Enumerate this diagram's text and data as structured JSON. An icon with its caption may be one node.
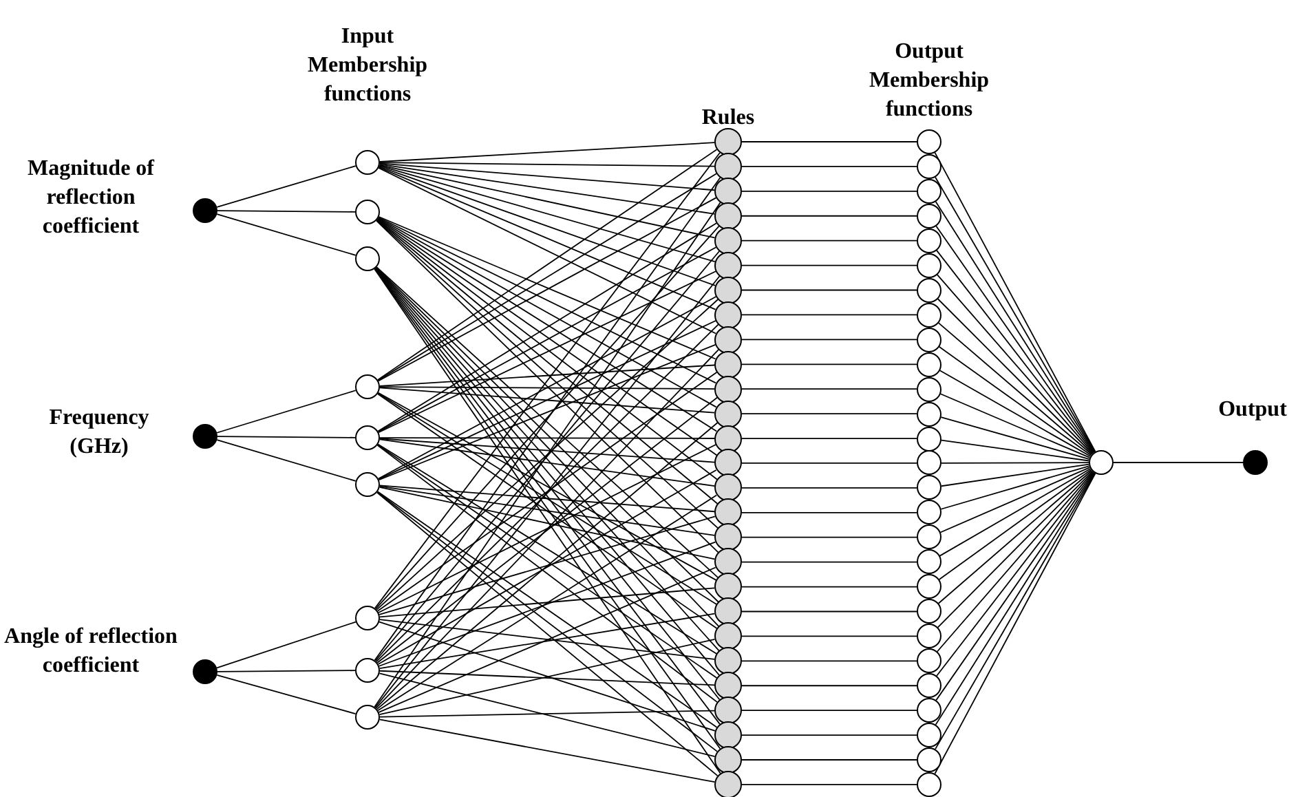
{
  "diagram": {
    "nodes": [
      {
        "text": [],
        "shape": "circle",
        "beside": [
          "Magnitude of reflection coefficient"
        ]
      },
      {
        "text": [],
        "shape": "circle",
        "beside": [
          "Frequency (GHz)"
        ]
      },
      {
        "text": [],
        "shape": "circle",
        "beside": [
          "Angle of reflection coefficient"
        ]
      },
      {
        "text": [],
        "shape": "circle"
      },
      {
        "text": [],
        "shape": "circle"
      },
      {
        "text": [],
        "shape": "circle"
      },
      {
        "text": [],
        "shape": "circle"
      },
      {
        "text": [],
        "shape": "circle"
      },
      {
        "text": [],
        "shape": "circle"
      },
      {
        "text": [],
        "shape": "circle"
      },
      {
        "text": [],
        "shape": "circle"
      },
      {
        "text": [],
        "shape": "circle"
      },
      {
        "text": [],
        "shape": "circle"
      },
      {
        "text": [],
        "shape": "circle"
      },
      {
        "text": [],
        "shape": "circle"
      },
      {
        "text": [],
        "shape": "circle"
      },
      {
        "text": [],
        "shape": "circle"
      },
      {
        "text": [],
        "shape": "circle"
      },
      {
        "text": [],
        "shape": "circle"
      },
      {
        "text": [],
        "shape": "circle"
      },
      {
        "text": [],
        "shape": "circle"
      },
      {
        "text": [],
        "shape": "circle"
      },
      {
        "text": [],
        "shape": "circle"
      },
      {
        "text": [],
        "shape": "circle"
      },
      {
        "text": [],
        "shape": "circle"
      },
      {
        "text": [],
        "shape": "circle"
      },
      {
        "text": [],
        "shape": "circle"
      },
      {
        "text": [],
        "shape": "circle"
      },
      {
        "text": [],
        "shape": "circle"
      },
      {
        "text": [],
        "shape": "circle"
      },
      {
        "text": [],
        "shape": "circle"
      },
      {
        "text": [],
        "shape": "circle"
      },
      {
        "text": [],
        "shape": "circle"
      },
      {
        "text": [],
        "shape": "circle"
      },
      {
        "text": [],
        "shape": "circle"
      },
      {
        "text": [],
        "shape": "circle"
      },
      {
        "text": [],
        "shape": "circle"
      },
      {
        "text": [],
        "shape": "circle"
      },
      {
        "text": [],
        "shape": "circle"
      },
      {
        "text": [],
        "shape": "circle"
      },
      {
        "text": [],
        "shape": "circle"
      },
      {
        "text": [],
        "shape": "circle"
      },
      {
        "text": [],
        "shape": "circle"
      },
      {
        "text": [],
        "shape": "circle"
      },
      {
        "text": [],
        "shape": "circle"
      },
      {
        "text": [],
        "shape": "circle"
      },
      {
        "text": [],
        "shape": "circle"
      },
      {
        "text": [],
        "shape": "circle"
      },
      {
        "text": [],
        "shape": "circle"
      },
      {
        "text": [],
        "shape": "circle"
      },
      {
        "text": [],
        "shape": "circle"
      },
      {
        "text": [],
        "shape": "circle"
      },
      {
        "text": [],
        "shape": "circle"
      },
      {
        "text": [],
        "shape": "circle"
      },
      {
        "text": [],
        "shape": "circle"
      },
      {
        "text": [],
        "shape": "circle"
      },
      {
        "text": [],
        "shape": "circle"
      },
      {
        "text": [],
        "shape": "circle"
      },
      {
        "text": [],
        "shape": "circle"
      },
      {
        "text": [],
        "shape": "circle"
      },
      {
        "text": [],
        "shape": "circle"
      },
      {
        "text": [],
        "shape": "circle"
      },
      {
        "text": [],
        "shape": "circle"
      },
      {
        "text": [],
        "shape": "circle"
      },
      {
        "text": [],
        "shape": "circle"
      },
      {
        "text": [],
        "shape": "circle"
      },
      {
        "text": [],
        "shape": "circle"
      },
      {
        "text": [],
        "shape": "circle",
        "beside": [
          "Output"
        ]
      }
    ],
    "edges": [
      {
        "from": 0,
        "to": 3,
        "arrow": "none"
      },
      {
        "from": 0,
        "to": 4,
        "arrow": "none"
      },
      {
        "from": 0,
        "to": 5,
        "arrow": "none"
      },
      {
        "from": 1,
        "to": 6,
        "arrow": "none"
      },
      {
        "from": 1,
        "to": 7,
        "arrow": "none"
      },
      {
        "from": 1,
        "to": 8,
        "arrow": "none"
      },
      {
        "from": 2,
        "to": 9,
        "arrow": "none"
      },
      {
        "from": 2,
        "to": 10,
        "arrow": "none"
      },
      {
        "from": 2,
        "to": 11,
        "arrow": "none"
      },
      {
        "from": 3,
        "to": 12,
        "arrow": "none"
      },
      {
        "from": 3,
        "to": 13,
        "arrow": "none"
      },
      {
        "from": 3,
        "to": 14,
        "arrow": "none"
      },
      {
        "from": 3,
        "to": 15,
        "arrow": "none"
      },
      {
        "from": 3,
        "to": 16,
        "arrow": "none"
      },
      {
        "from": 3,
        "to": 17,
        "arrow": "none"
      },
      {
        "from": 3,
        "to": 18,
        "arrow": "none"
      },
      {
        "from": 3,
        "to": 19,
        "arrow": "none"
      },
      {
        "from": 3,
        "to": 20,
        "arrow": "none"
      },
      {
        "from": 4,
        "to": 21,
        "arrow": "none"
      },
      {
        "from": 4,
        "to": 22,
        "arrow": "none"
      },
      {
        "from": 4,
        "to": 23,
        "arrow": "none"
      },
      {
        "from": 4,
        "to": 24,
        "arrow": "none"
      },
      {
        "from": 4,
        "to": 25,
        "arrow": "none"
      },
      {
        "from": 4,
        "to": 26,
        "arrow": "none"
      },
      {
        "from": 4,
        "to": 27,
        "arrow": "none"
      },
      {
        "from": 4,
        "to": 28,
        "arrow": "none"
      },
      {
        "from": 4,
        "to": 29,
        "arrow": "none"
      },
      {
        "from": 5,
        "to": 30,
        "arrow": "none"
      },
      {
        "from": 5,
        "to": 31,
        "arrow": "none"
      },
      {
        "from": 5,
        "to": 32,
        "arrow": "none"
      },
      {
        "from": 5,
        "to": 33,
        "arrow": "none"
      },
      {
        "from": 5,
        "to": 34,
        "arrow": "none"
      },
      {
        "from": 5,
        "to": 35,
        "arrow": "none"
      },
      {
        "from": 5,
        "to": 36,
        "arrow": "none"
      },
      {
        "from": 5,
        "to": 37,
        "arrow": "none"
      },
      {
        "from": 5,
        "to": 38,
        "arrow": "none"
      },
      {
        "from": 6,
        "to": 12,
        "arrow": "none"
      },
      {
        "from": 6,
        "to": 13,
        "arrow": "none"
      },
      {
        "from": 6,
        "to": 14,
        "arrow": "none"
      },
      {
        "from": 6,
        "to": 21,
        "arrow": "none"
      },
      {
        "from": 6,
        "to": 22,
        "arrow": "none"
      },
      {
        "from": 6,
        "to": 23,
        "arrow": "none"
      },
      {
        "from": 6,
        "to": 30,
        "arrow": "none"
      },
      {
        "from": 6,
        "to": 31,
        "arrow": "none"
      },
      {
        "from": 6,
        "to": 32,
        "arrow": "none"
      },
      {
        "from": 7,
        "to": 15,
        "arrow": "none"
      },
      {
        "from": 7,
        "to": 16,
        "arrow": "none"
      },
      {
        "from": 7,
        "to": 17,
        "arrow": "none"
      },
      {
        "from": 7,
        "to": 24,
        "arrow": "none"
      },
      {
        "from": 7,
        "to": 25,
        "arrow": "none"
      },
      {
        "from": 7,
        "to": 26,
        "arrow": "none"
      },
      {
        "from": 7,
        "to": 33,
        "arrow": "none"
      },
      {
        "from": 7,
        "to": 34,
        "arrow": "none"
      },
      {
        "from": 7,
        "to": 35,
        "arrow": "none"
      },
      {
        "from": 8,
        "to": 18,
        "arrow": "none"
      },
      {
        "from": 8,
        "to": 19,
        "arrow": "none"
      },
      {
        "from": 8,
        "to": 20,
        "arrow": "none"
      },
      {
        "from": 8,
        "to": 27,
        "arrow": "none"
      },
      {
        "from": 8,
        "to": 28,
        "arrow": "none"
      },
      {
        "from": 8,
        "to": 29,
        "arrow": "none"
      },
      {
        "from": 8,
        "to": 36,
        "arrow": "none"
      },
      {
        "from": 8,
        "to": 37,
        "arrow": "none"
      },
      {
        "from": 8,
        "to": 38,
        "arrow": "none"
      },
      {
        "from": 9,
        "to": 12,
        "arrow": "none"
      },
      {
        "from": 9,
        "to": 15,
        "arrow": "none"
      },
      {
        "from": 9,
        "to": 18,
        "arrow": "none"
      },
      {
        "from": 9,
        "to": 21,
        "arrow": "none"
      },
      {
        "from": 9,
        "to": 24,
        "arrow": "none"
      },
      {
        "from": 9,
        "to": 27,
        "arrow": "none"
      },
      {
        "from": 9,
        "to": 30,
        "arrow": "none"
      },
      {
        "from": 9,
        "to": 33,
        "arrow": "none"
      },
      {
        "from": 9,
        "to": 36,
        "arrow": "none"
      },
      {
        "from": 10,
        "to": 13,
        "arrow": "none"
      },
      {
        "from": 10,
        "to": 16,
        "arrow": "none"
      },
      {
        "from": 10,
        "to": 19,
        "arrow": "none"
      },
      {
        "from": 10,
        "to": 22,
        "arrow": "none"
      },
      {
        "from": 10,
        "to": 25,
        "arrow": "none"
      },
      {
        "from": 10,
        "to": 28,
        "arrow": "none"
      },
      {
        "from": 10,
        "to": 31,
        "arrow": "none"
      },
      {
        "from": 10,
        "to": 34,
        "arrow": "none"
      },
      {
        "from": 10,
        "to": 37,
        "arrow": "none"
      },
      {
        "from": 11,
        "to": 14,
        "arrow": "none"
      },
      {
        "from": 11,
        "to": 17,
        "arrow": "none"
      },
      {
        "from": 11,
        "to": 20,
        "arrow": "none"
      },
      {
        "from": 11,
        "to": 23,
        "arrow": "none"
      },
      {
        "from": 11,
        "to": 26,
        "arrow": "none"
      },
      {
        "from": 11,
        "to": 29,
        "arrow": "none"
      },
      {
        "from": 11,
        "to": 32,
        "arrow": "none"
      },
      {
        "from": 11,
        "to": 35,
        "arrow": "none"
      },
      {
        "from": 11,
        "to": 38,
        "arrow": "none"
      },
      {
        "from": 12,
        "to": 39,
        "arrow": "none"
      },
      {
        "from": 13,
        "to": 40,
        "arrow": "none"
      },
      {
        "from": 14,
        "to": 41,
        "arrow": "none"
      },
      {
        "from": 15,
        "to": 42,
        "arrow": "none"
      },
      {
        "from": 16,
        "to": 43,
        "arrow": "none"
      },
      {
        "from": 17,
        "to": 44,
        "arrow": "none"
      },
      {
        "from": 18,
        "to": 45,
        "arrow": "none"
      },
      {
        "from": 19,
        "to": 46,
        "arrow": "none"
      },
      {
        "from": 20,
        "to": 47,
        "arrow": "none"
      },
      {
        "from": 21,
        "to": 48,
        "arrow": "none"
      },
      {
        "from": 22,
        "to": 49,
        "arrow": "none"
      },
      {
        "from": 23,
        "to": 50,
        "arrow": "none"
      },
      {
        "from": 24,
        "to": 51,
        "arrow": "none"
      },
      {
        "from": 25,
        "to": 52,
        "arrow": "none"
      },
      {
        "from": 26,
        "to": 53,
        "arrow": "none"
      },
      {
        "from": 27,
        "to": 54,
        "arrow": "none"
      },
      {
        "from": 28,
        "to": 55,
        "arrow": "none"
      },
      {
        "from": 29,
        "to": 56,
        "arrow": "none"
      },
      {
        "from": 30,
        "to": 57,
        "arrow": "none"
      },
      {
        "from": 31,
        "to": 58,
        "arrow": "none"
      },
      {
        "from": 32,
        "to": 59,
        "arrow": "none"
      },
      {
        "from": 33,
        "to": 60,
        "arrow": "none"
      },
      {
        "from": 34,
        "to": 61,
        "arrow": "none"
      },
      {
        "from": 35,
        "to": 62,
        "arrow": "none"
      },
      {
        "from": 36,
        "to": 63,
        "arrow": "none"
      },
      {
        "from": 37,
        "to": 64,
        "arrow": "none"
      },
      {
        "from": 38,
        "to": 65,
        "arrow": "none"
      },
      {
        "from": 39,
        "to": 66,
        "arrow": "none"
      },
      {
        "from": 40,
        "to": 66,
        "arrow": "none"
      },
      {
        "from": 41,
        "to": 66,
        "arrow": "none"
      },
      {
        "from": 42,
        "to": 66,
        "arrow": "none"
      },
      {
        "from": 43,
        "to": 66,
        "arrow": "none"
      },
      {
        "from": 44,
        "to": 66,
        "arrow": "none"
      },
      {
        "from": 45,
        "to": 66,
        "arrow": "none"
      },
      {
        "from": 46,
        "to": 66,
        "arrow": "none"
      },
      {
        "from": 47,
        "to": 66,
        "arrow": "none"
      },
      {
        "from": 48,
        "to": 66,
        "arrow": "none"
      },
      {
        "from": 49,
        "to": 66,
        "arrow": "none"
      },
      {
        "from": 50,
        "to": 66,
        "arrow": "none"
      },
      {
        "from": 51,
        "to": 66,
        "arrow": "none"
      },
      {
        "from": 52,
        "to": 66,
        "arrow": "none"
      },
      {
        "from": 53,
        "to": 66,
        "arrow": "none"
      },
      {
        "from": 54,
        "to": 66,
        "arrow": "none"
      },
      {
        "from": 55,
        "to": 66,
        "arrow": "none"
      },
      {
        "from": 56,
        "to": 66,
        "arrow": "none"
      },
      {
        "from": 57,
        "to": 66,
        "arrow": "none"
      },
      {
        "from": 58,
        "to": 66,
        "arrow": "none"
      },
      {
        "from": 59,
        "to": 66,
        "arrow": "none"
      },
      {
        "from": 60,
        "to": 66,
        "arrow": "none"
      },
      {
        "from": 61,
        "to": 66,
        "arrow": "none"
      },
      {
        "from": 62,
        "to": 66,
        "arrow": "none"
      },
      {
        "from": 63,
        "to": 66,
        "arrow": "none"
      },
      {
        "from": 64,
        "to": 66,
        "arrow": "none"
      },
      {
        "from": 65,
        "to": 66,
        "arrow": "none"
      },
      {
        "from": 66,
        "to": 67,
        "arrow": "none"
      }
    ],
    "labels": [
      "Input Membership functions",
      "Rules",
      "Output Membership functions"
    ]
  }
}
